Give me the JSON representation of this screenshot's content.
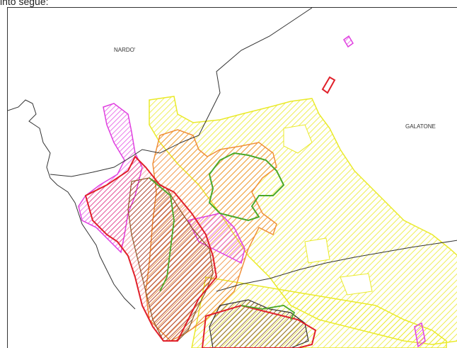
{
  "caption": "into segue:",
  "labels": {
    "nardo": "NARDO'",
    "galatone": "GALATONE"
  },
  "colors": {
    "yellow": "#eaea2a",
    "orange": "#f0903a",
    "magenta": "#e040e0",
    "red": "#e0202a",
    "green": "#4aa82a",
    "brown": "#8a5a2a",
    "boundary": "#333333"
  }
}
